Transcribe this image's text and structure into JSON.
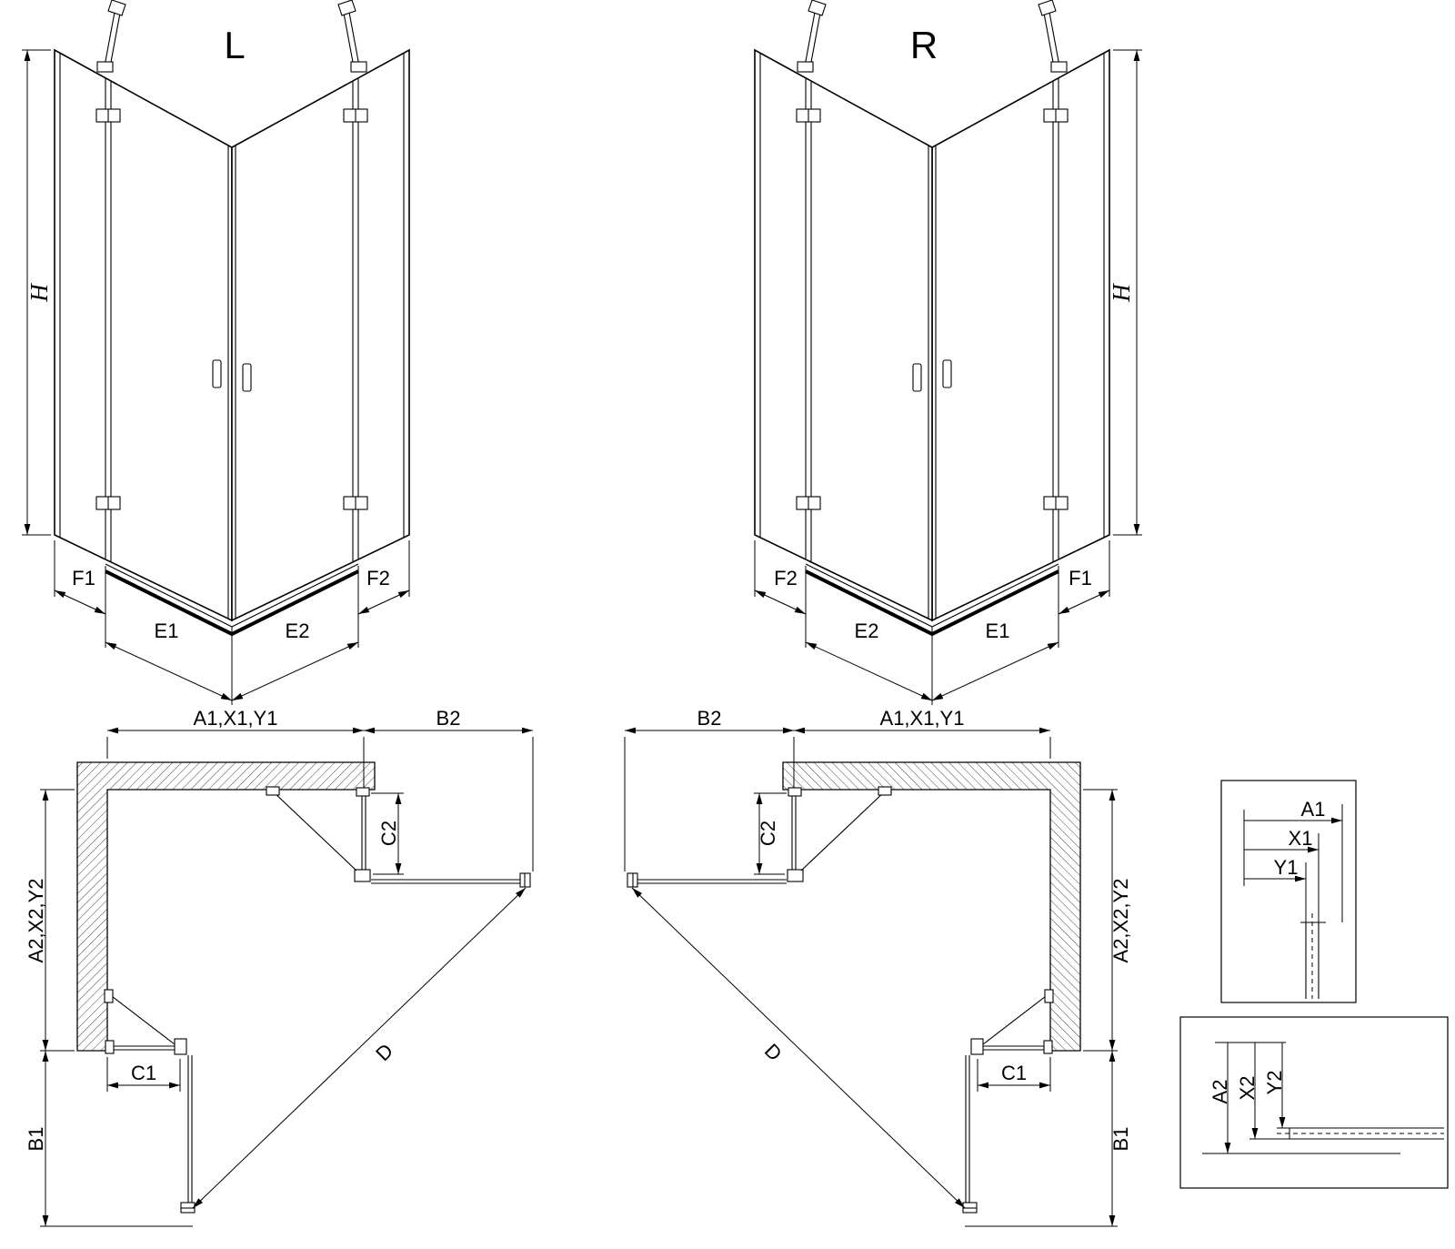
{
  "sheet": {
    "background": "#ffffff",
    "line_color": "#000000"
  },
  "views": {
    "left_3d": {
      "title": "L",
      "labels": {
        "h": "H",
        "f1": "F1",
        "e1": "E1",
        "e2": "E2",
        "f2": "F2"
      }
    },
    "right_3d": {
      "title": "R",
      "labels": {
        "h": "H",
        "f1": "F1",
        "e1": "E1",
        "e2": "E2",
        "f2": "F2"
      }
    },
    "left_plan": {
      "labels": {
        "a_top": "A1,X1,Y1",
        "b2": "B2",
        "c2": "C2",
        "a_side": "A2,X2,Y2",
        "c1": "C1",
        "b1": "B1",
        "d": "D"
      }
    },
    "right_plan": {
      "labels": {
        "a_top": "A1,X1,Y1",
        "b2": "B2",
        "c2": "C2",
        "a_side": "A2,X2,Y2",
        "c1": "C1",
        "b1": "B1",
        "d": "D"
      }
    },
    "detail_top": {
      "labels": {
        "a1": "A1",
        "x1": "X1",
        "y1": "Y1"
      }
    },
    "detail_bottom": {
      "labels": {
        "a2": "A2",
        "x2": "X2",
        "y2": "Y2"
      }
    }
  }
}
